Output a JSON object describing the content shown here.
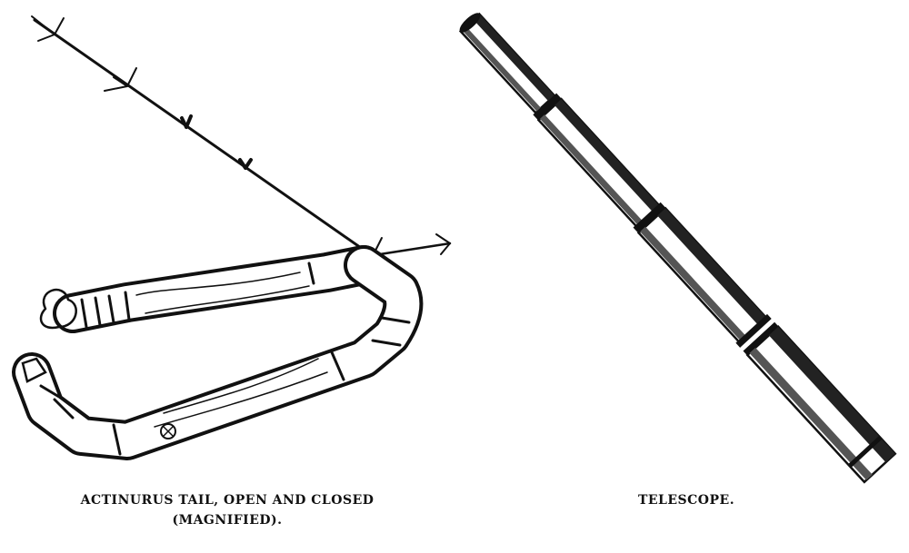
{
  "figures": [
    {
      "caption_line1": "ACTINURUS TAIL, OPEN AND CLOSED",
      "caption_line2": "(MAGNIFIED)."
    },
    {
      "caption_line1": "TELESCOPE."
    }
  ],
  "colors": {
    "ink": "#111111",
    "paper": "#ffffff"
  }
}
